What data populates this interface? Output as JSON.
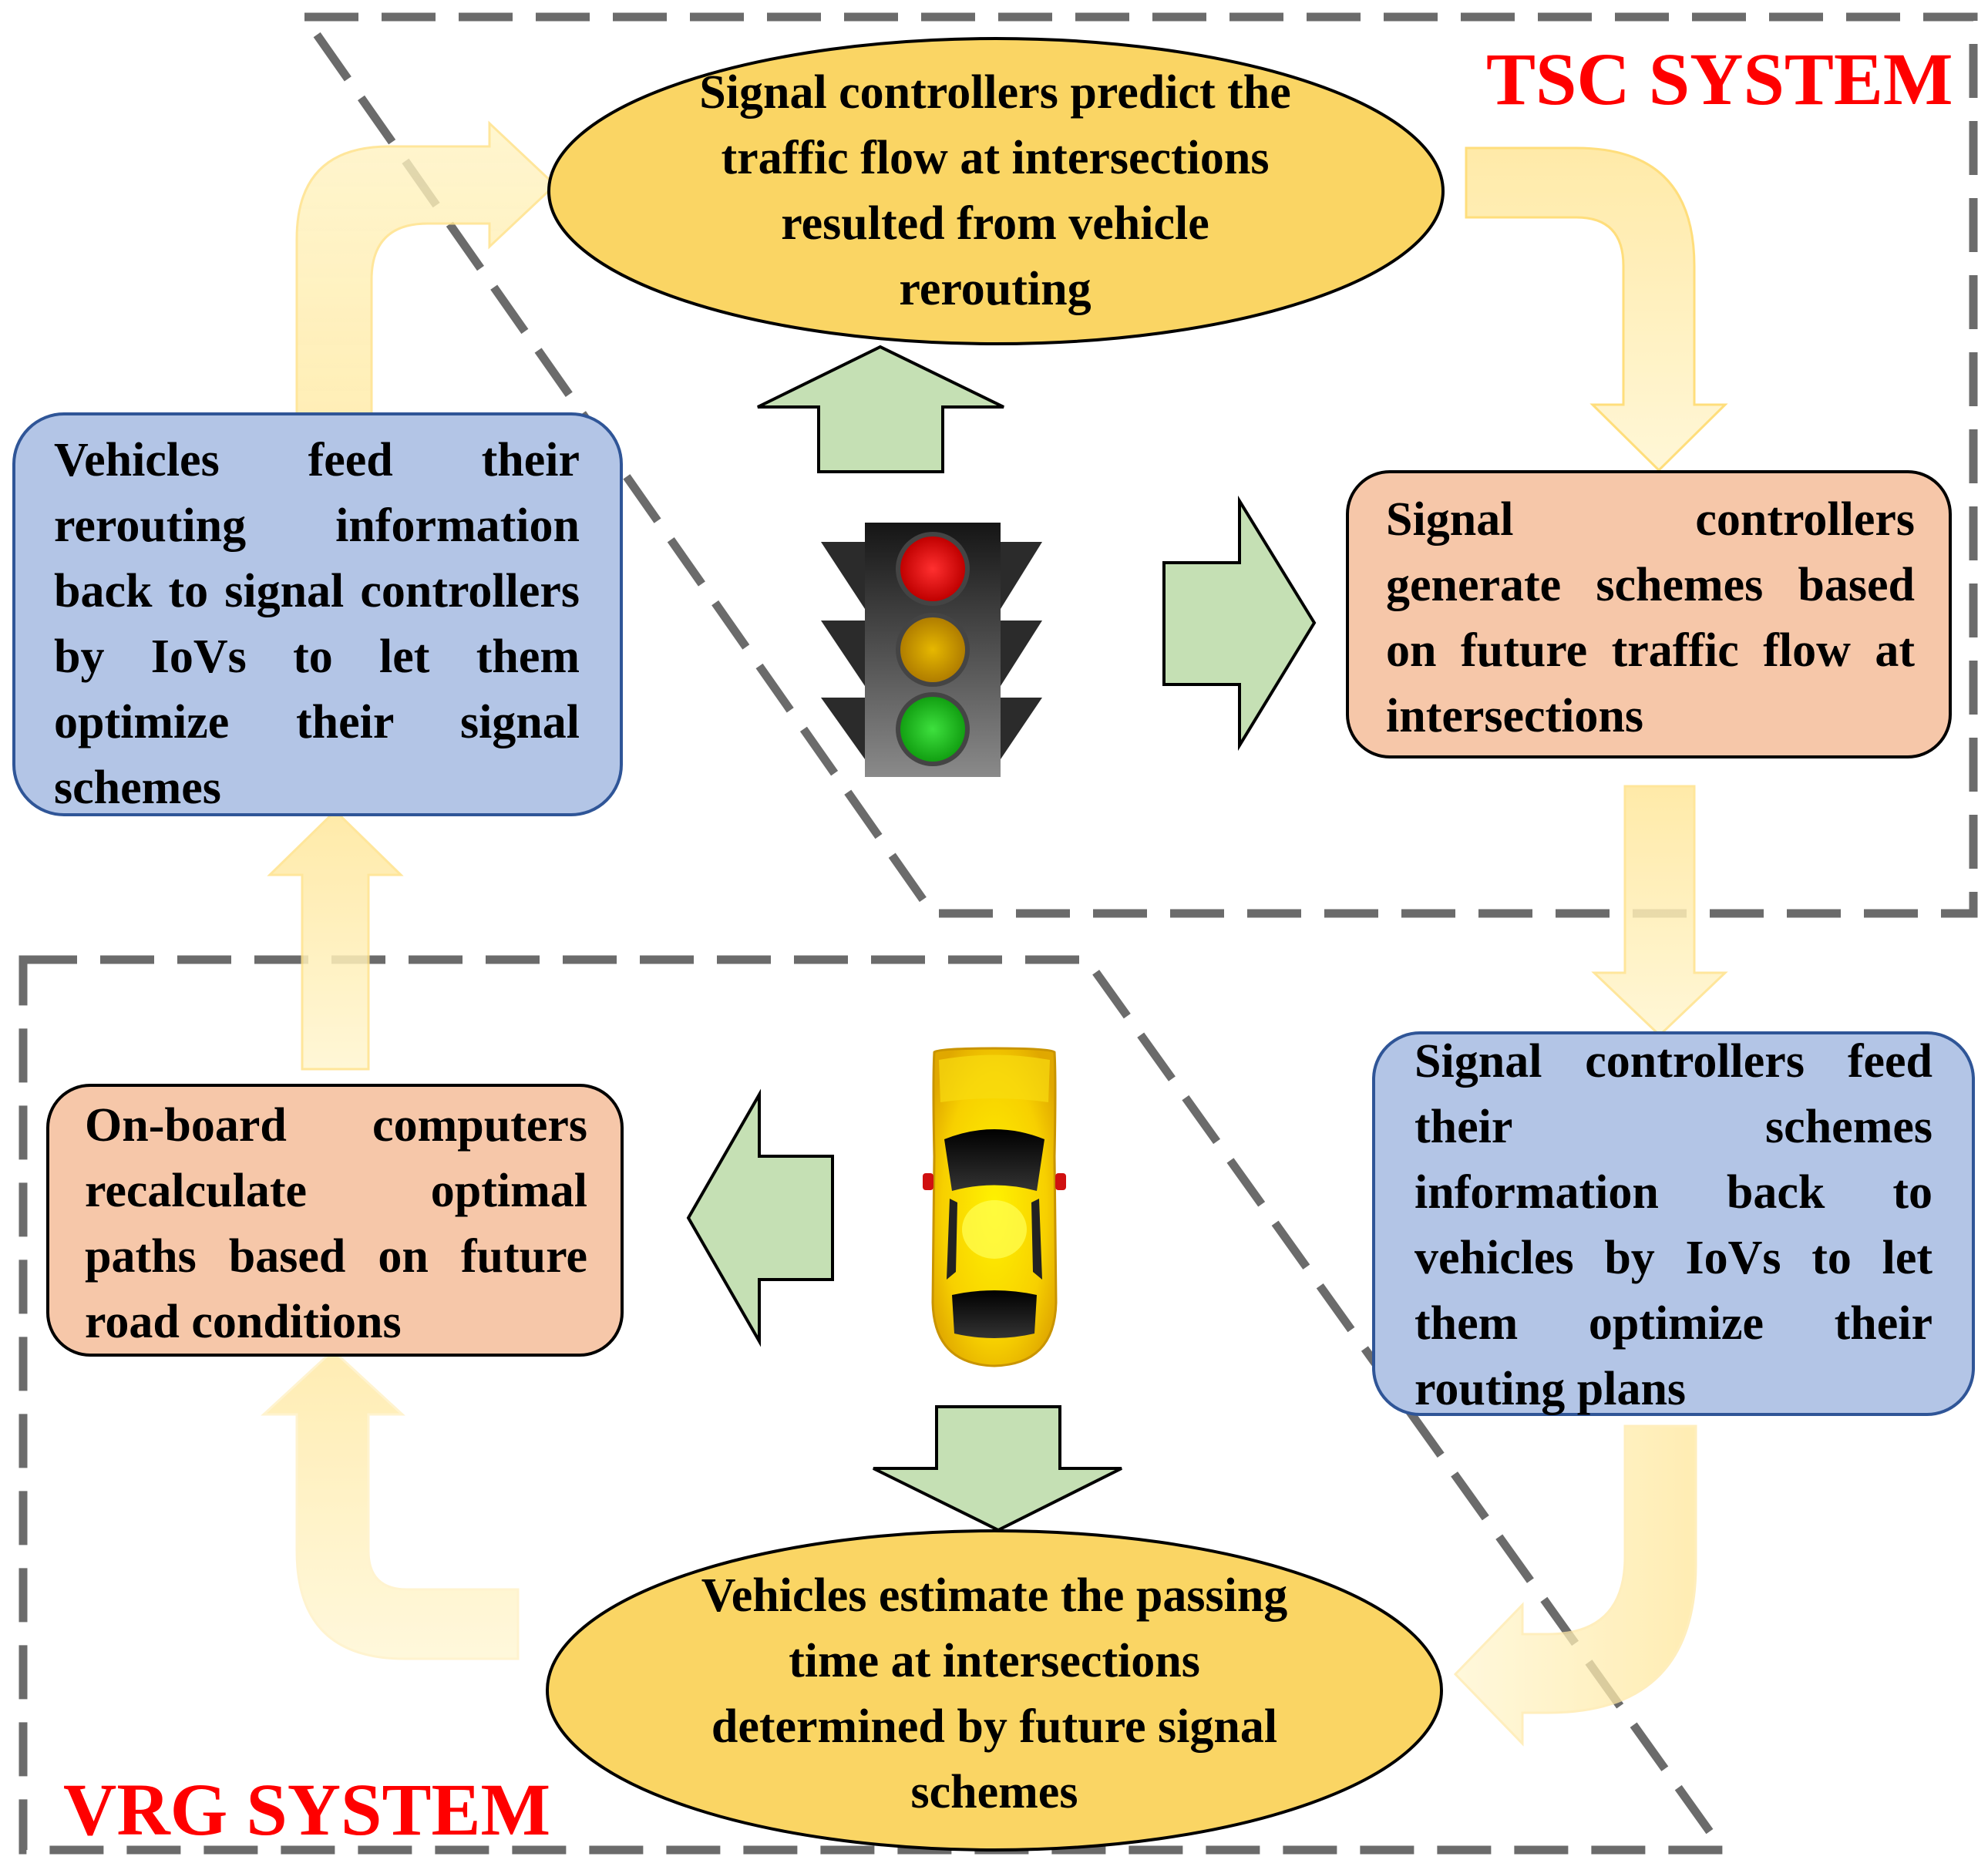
{
  "labels": {
    "tsc_system": "TSC SYSTEM",
    "vrg_system": "VRG SYSTEM"
  },
  "nodes": {
    "predict_flow": "Signal controllers predict the traffic flow at intersections resulted from vehicle rerouting",
    "generate_schemes": "Signal controllers generate schemes based on future traffic flow at intersections",
    "feed_schemes": "Signal controllers feed their schemes information back to vehicles by IoVs to let them optimize their routing plans",
    "estimate_passing": "Vehicles estimate the passing time at intersections determined by future signal schemes",
    "recalculate_paths": "On-board computers recalculate optimal paths based on future road conditions",
    "feed_rerouting": "Vehicles feed their rerouting information back to signal controllers by IoVs to let them optimize their signal schemes"
  },
  "icons": {
    "traffic_light": "traffic-light-icon",
    "car": "car-icon"
  },
  "colors": {
    "ellipse_fill": "#FAD564",
    "orange_box_fill": "#F6C7A9",
    "blue_box_fill": "#B3C5E6",
    "blue_box_border": "#2F5597",
    "green_arrow_fill": "#C5E0B4",
    "flow_arrow_fill": "#FFF0B3",
    "flow_arrow_border": "#FFD966",
    "dashed_border": "#666666",
    "system_label": "#FF0000"
  }
}
